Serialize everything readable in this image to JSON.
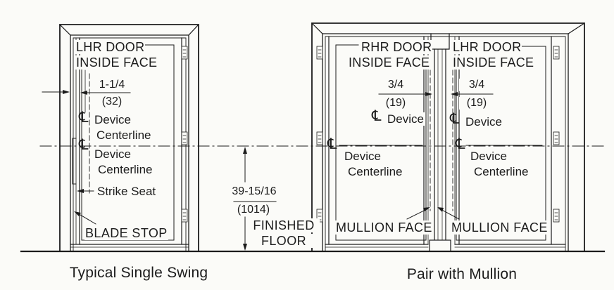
{
  "figure": {
    "cl_symbol": "℄",
    "left": {
      "caption": "Typical Single Swing",
      "door_label_line1": "LHR DOOR",
      "door_label_line2": "INSIDE FACE",
      "dim_value": "1-1/4",
      "dim_metric": "(32)",
      "device_cl_1_line1": "Device",
      "device_cl_1_line2": "Centerline",
      "device_cl_2_line1": "Device",
      "device_cl_2_line2": "Centerline",
      "strike_seat": "Strike Seat",
      "blade_stop": "BLADE STOP"
    },
    "middle": {
      "height_value": "39-15/16",
      "height_metric": "(1014)",
      "floor_line1": "FINISHED",
      "floor_line2": "FLOOR"
    },
    "right": {
      "caption": "Pair with Mullion",
      "rhr_label_line1": "RHR DOOR",
      "rhr_label_line2": "INSIDE FACE",
      "lhr_label_line1": "LHR DOOR",
      "lhr_label_line2": "INSIDE FACE",
      "dim_left_value": "3/4",
      "dim_left_metric": "(19)",
      "dim_right_value": "3/4",
      "dim_right_metric": "(19)",
      "device_left": "Device",
      "device_right": "Device",
      "device_cl_left_line1": "Device",
      "device_cl_left_line2": "Centerline",
      "device_cl_right_line1": "Device",
      "device_cl_right_line2": "Centerline",
      "mullion_face_left": "MULLION FACE",
      "mullion_face_right": "MULLION FACE"
    }
  }
}
